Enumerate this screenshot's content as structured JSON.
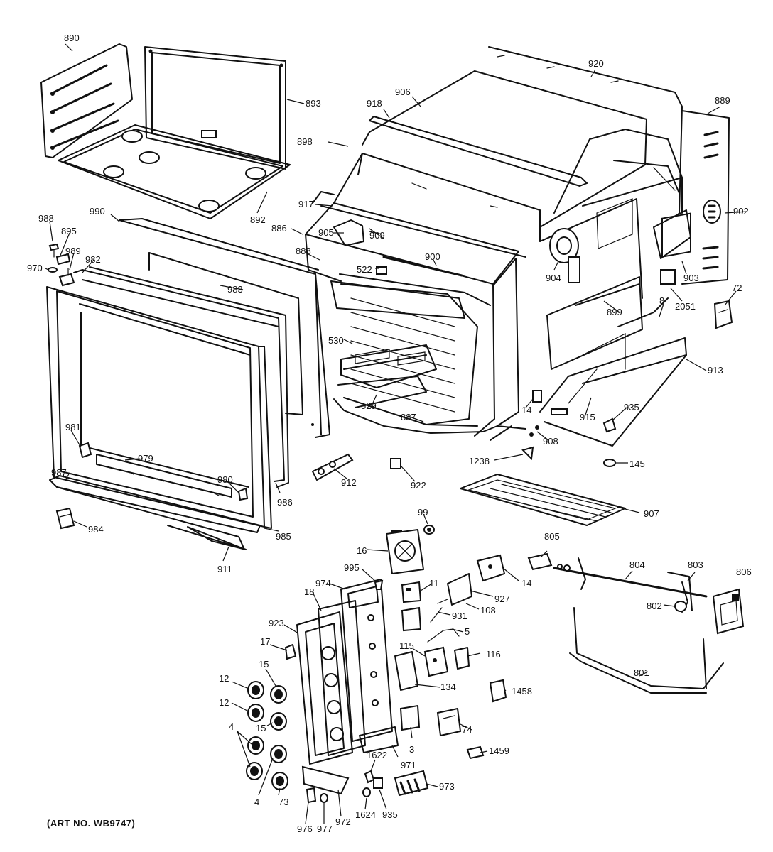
{
  "caption": "(ART NO. WB9747)",
  "callouts": [
    {
      "id": "c890",
      "text": "890"
    },
    {
      "id": "c893",
      "text": "893"
    },
    {
      "id": "c892",
      "text": "892"
    },
    {
      "id": "c898",
      "text": "898"
    },
    {
      "id": "c918",
      "text": "918"
    },
    {
      "id": "c906",
      "text": "906"
    },
    {
      "id": "c920",
      "text": "920"
    },
    {
      "id": "c889",
      "text": "889"
    },
    {
      "id": "c902",
      "text": "902"
    },
    {
      "id": "c917",
      "text": "917"
    },
    {
      "id": "c886",
      "text": "886"
    },
    {
      "id": "c905",
      "text": "905"
    },
    {
      "id": "c909",
      "text": "909"
    },
    {
      "id": "c888",
      "text": "888"
    },
    {
      "id": "c522",
      "text": "522"
    },
    {
      "id": "c900",
      "text": "900"
    },
    {
      "id": "c904",
      "text": "904"
    },
    {
      "id": "c903",
      "text": "903"
    },
    {
      "id": "c2051",
      "text": "2051"
    },
    {
      "id": "c8",
      "text": "8"
    },
    {
      "id": "c72",
      "text": "72"
    },
    {
      "id": "c899",
      "text": "899"
    },
    {
      "id": "c913",
      "text": "913"
    },
    {
      "id": "c988",
      "text": "988"
    },
    {
      "id": "c895",
      "text": "895"
    },
    {
      "id": "c990",
      "text": "990"
    },
    {
      "id": "c989",
      "text": "989"
    },
    {
      "id": "c982",
      "text": "982"
    },
    {
      "id": "c970",
      "text": "970"
    },
    {
      "id": "c983",
      "text": "983"
    },
    {
      "id": "c530",
      "text": "530"
    },
    {
      "id": "c529",
      "text": "529"
    },
    {
      "id": "c887",
      "text": "887"
    },
    {
      "id": "c14a",
      "text": "14"
    },
    {
      "id": "c915",
      "text": "915"
    },
    {
      "id": "c935a",
      "text": "935"
    },
    {
      "id": "c908",
      "text": "908"
    },
    {
      "id": "c1238",
      "text": "1238"
    },
    {
      "id": "c145",
      "text": "145"
    },
    {
      "id": "c981",
      "text": "981"
    },
    {
      "id": "c979",
      "text": "979"
    },
    {
      "id": "c987",
      "text": "987"
    },
    {
      "id": "c980",
      "text": "980"
    },
    {
      "id": "c986",
      "text": "986"
    },
    {
      "id": "c985",
      "text": "985"
    },
    {
      "id": "c984",
      "text": "984"
    },
    {
      "id": "c911",
      "text": "911"
    },
    {
      "id": "c912",
      "text": "912"
    },
    {
      "id": "c922",
      "text": "922"
    },
    {
      "id": "c907",
      "text": "907"
    },
    {
      "id": "c99",
      "text": "99"
    },
    {
      "id": "c16",
      "text": "16"
    },
    {
      "id": "c995",
      "text": "995"
    },
    {
      "id": "c974",
      "text": "974"
    },
    {
      "id": "c18",
      "text": "18"
    },
    {
      "id": "c11",
      "text": "11"
    },
    {
      "id": "c927",
      "text": "927"
    },
    {
      "id": "c14b",
      "text": "14"
    },
    {
      "id": "c108",
      "text": "108"
    },
    {
      "id": "c931",
      "text": "931"
    },
    {
      "id": "c5",
      "text": "5"
    },
    {
      "id": "c805",
      "text": "805"
    },
    {
      "id": "c804",
      "text": "804"
    },
    {
      "id": "c803",
      "text": "803"
    },
    {
      "id": "c806",
      "text": "806"
    },
    {
      "id": "c802",
      "text": "802"
    },
    {
      "id": "c923",
      "text": "923"
    },
    {
      "id": "c17",
      "text": "17"
    },
    {
      "id": "c15a",
      "text": "15"
    },
    {
      "id": "c12a",
      "text": "12"
    },
    {
      "id": "c12b",
      "text": "12"
    },
    {
      "id": "c15b",
      "text": "15"
    },
    {
      "id": "c4a",
      "text": "4"
    },
    {
      "id": "c4b",
      "text": "4"
    },
    {
      "id": "c73",
      "text": "73"
    },
    {
      "id": "c115",
      "text": "115"
    },
    {
      "id": "c116",
      "text": "116"
    },
    {
      "id": "c134",
      "text": "134"
    },
    {
      "id": "c801",
      "text": "801"
    },
    {
      "id": "c1458",
      "text": "1458"
    },
    {
      "id": "c3",
      "text": "3"
    },
    {
      "id": "c74",
      "text": "74"
    },
    {
      "id": "c971",
      "text": "971"
    },
    {
      "id": "c1622",
      "text": "1622"
    },
    {
      "id": "c1459",
      "text": "1459"
    },
    {
      "id": "c973",
      "text": "973"
    },
    {
      "id": "c976",
      "text": "976"
    },
    {
      "id": "c977",
      "text": "977"
    },
    {
      "id": "c972",
      "text": "972"
    },
    {
      "id": "c1624",
      "text": "1624"
    },
    {
      "id": "c935b",
      "text": "935"
    }
  ]
}
